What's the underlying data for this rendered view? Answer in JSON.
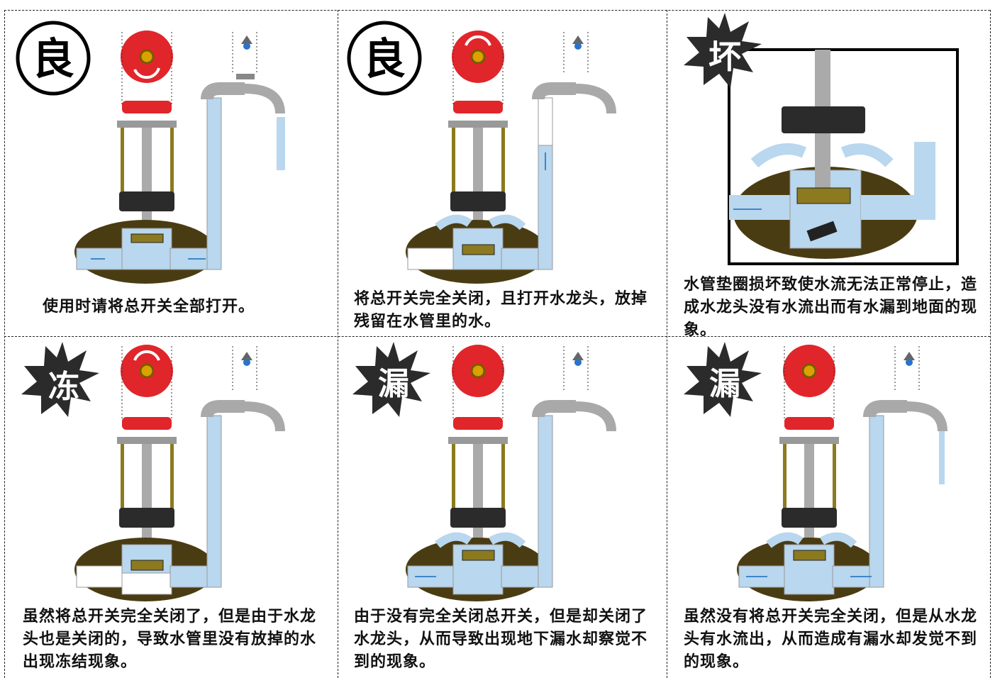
{
  "panels": [
    {
      "badge": "良",
      "badge_style": "circle",
      "caption": "使用时请将总开关全部打开。"
    },
    {
      "badge": "良",
      "badge_style": "circle",
      "caption": "将总开关完全关闭，且打开水龙头，放掉残留在水管里的水。"
    },
    {
      "badge": "坏",
      "badge_style": "burst",
      "caption": "水管垫圈损坏致使水流无法正常停止，造成水龙头没有水流出而有水漏到地面的现象。"
    },
    {
      "badge": "冻",
      "badge_style": "burst",
      "caption": "虽然将总开关完全关闭了，但是由于水龙头也是关闭的，导致水管里没有放掉的水出现冻结现象。"
    },
    {
      "badge": "漏",
      "badge_style": "burst",
      "caption": "由于没有完全关闭总开关，但是却关闭了水龙头，从而导致出现地下漏水却察觉不到的现象。"
    },
    {
      "badge": "漏",
      "badge_style": "burst",
      "caption": "虽然没有将总开关完全关闭，但是从水龙头有水流出，从而造成有漏水却发觉不到的现象。"
    }
  ],
  "colors": {
    "water": "#b9d7ee",
    "arrow": "#3f86c6",
    "valve_red": "#e0262b",
    "earth": "#4a3c12",
    "brass": "#8b7a1f",
    "dark": "#2b2b2b",
    "pipe_gray": "#a9a9a9"
  }
}
